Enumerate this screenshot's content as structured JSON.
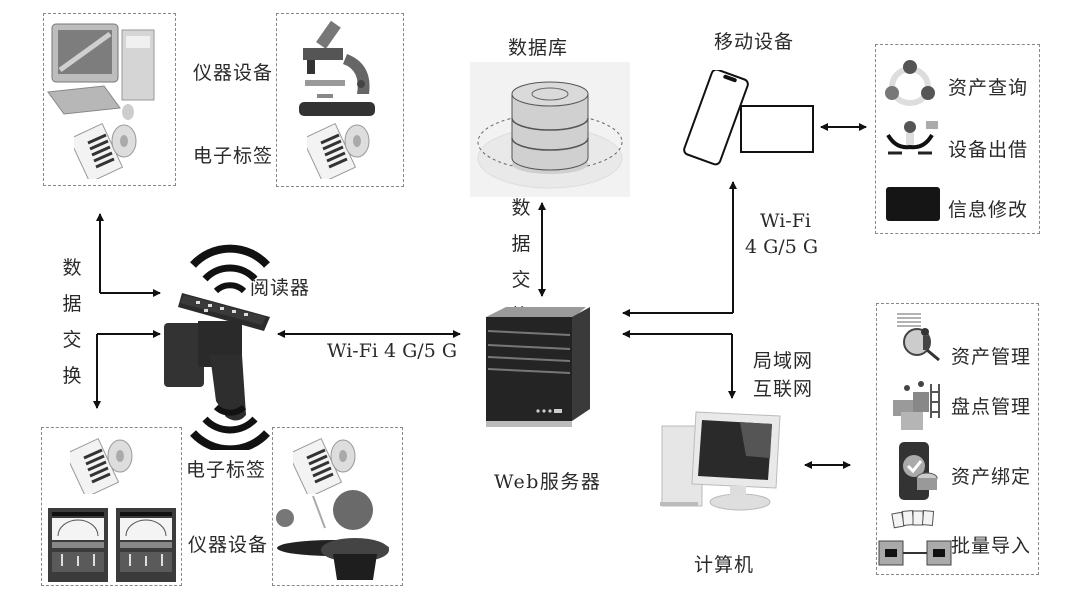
{
  "title": "RFID asset management system architecture",
  "nodes": {
    "database": "数据库",
    "mobile": "移动设备",
    "reader": "阅读器",
    "web_server": "Web服务器",
    "computer": "计算机"
  },
  "top_left_group": {
    "instrument_label": "仪器设备",
    "tag_label": "电子标签"
  },
  "bottom_left_group": {
    "tag_label": "电子标签",
    "instrument_label": "仪器设备"
  },
  "links": {
    "reader_side_exchange": [
      "数",
      "据",
      "交",
      "换"
    ],
    "db_server_exchange": [
      "数",
      "据",
      "交",
      "换"
    ],
    "reader_server": "Wi-Fi 4 G/5 G",
    "server_mobile_line1": "Wi-Fi",
    "server_mobile_line2": "4 G/5 G",
    "server_computer_line1": "局域网",
    "server_computer_line2": "互联网"
  },
  "mobile_modules": [
    {
      "label": "资产查询",
      "icon": "query-icon"
    },
    {
      "label": "设备出借",
      "icon": "lend-icon"
    },
    {
      "label": "信息修改",
      "icon": "edit-icon"
    }
  ],
  "computer_modules": [
    {
      "label": "资产管理",
      "icon": "asset-manage-icon"
    },
    {
      "label": "盘点管理",
      "icon": "inventory-icon"
    },
    {
      "label": "资产绑定",
      "icon": "bind-icon"
    },
    {
      "label": "批量导入",
      "icon": "import-icon"
    }
  ]
}
